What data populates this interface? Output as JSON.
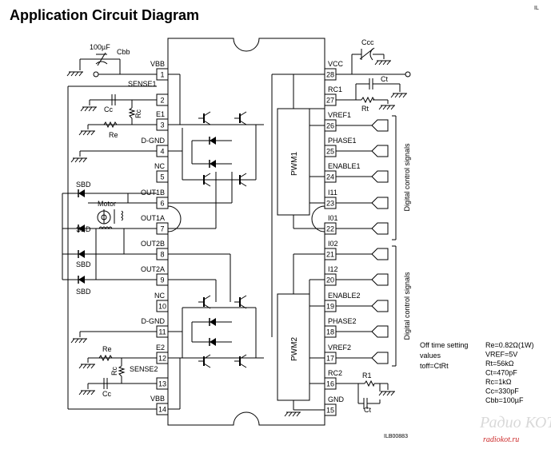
{
  "header": {
    "title": "Application Circuit Diagram",
    "corner_mark": "IL"
  },
  "left_pins": [
    {
      "num": "1",
      "label": "VBB"
    },
    {
      "num": "2",
      "label": "SENSE1"
    },
    {
      "num": "3",
      "label": "E1"
    },
    {
      "num": "4",
      "label": "D-GND"
    },
    {
      "num": "5",
      "label": "NC"
    },
    {
      "num": "6",
      "label": "OUT1B"
    },
    {
      "num": "7",
      "label": "OUT1A"
    },
    {
      "num": "8",
      "label": "OUT2B"
    },
    {
      "num": "9",
      "label": "OUT2A"
    },
    {
      "num": "10",
      "label": "NC"
    },
    {
      "num": "11",
      "label": "D-GND"
    },
    {
      "num": "12",
      "label": "E2"
    },
    {
      "num": "13",
      "label": "SENSE2"
    },
    {
      "num": "14",
      "label": "VBB"
    }
  ],
  "right_pins": [
    {
      "num": "28",
      "label": "VCC"
    },
    {
      "num": "27",
      "label": "RC1"
    },
    {
      "num": "26",
      "label": "VREF1"
    },
    {
      "num": "25",
      "label": "PHASE1"
    },
    {
      "num": "24",
      "label": "ENABLE1"
    },
    {
      "num": "23",
      "label": "I11"
    },
    {
      "num": "22",
      "label": "I01"
    },
    {
      "num": "21",
      "label": "I02"
    },
    {
      "num": "20",
      "label": "I12"
    },
    {
      "num": "19",
      "label": "ENABLE2"
    },
    {
      "num": "18",
      "label": "PHASE2"
    },
    {
      "num": "17",
      "label": "VREF2"
    },
    {
      "num": "16",
      "label": "RC2"
    },
    {
      "num": "15",
      "label": "GND"
    }
  ],
  "blocks": {
    "pwm1": "PWM1",
    "pwm2": "PWM2"
  },
  "components": {
    "cbb_value": "100µF",
    "cbb": "Cbb",
    "cc": "Cc",
    "rc": "Rc",
    "re": "Re",
    "ccc": "Ccc",
    "ct": "Ct",
    "rt": "Rt",
    "r1": "R1",
    "motor": "Motor",
    "sbd": "SBD"
  },
  "side_labels": {
    "digital_top": "Digital control signals",
    "digital_bottom": "Digital control signals"
  },
  "notes": {
    "off_time_line1": "Off time setting",
    "off_time_line2": "values",
    "off_time_line3": "toff=CtRt",
    "values": [
      "Re=0.82Ω(1W)",
      "VREF=5V",
      "Rt=56kΩ",
      "Ct=470pF",
      "Rc=1kΩ",
      "Cc=330pF",
      "Cbb=100µF"
    ]
  },
  "figure_code": "ILB00883",
  "watermark": {
    "line1": "Радио КОТ",
    "line2": "radiokot.ru"
  }
}
